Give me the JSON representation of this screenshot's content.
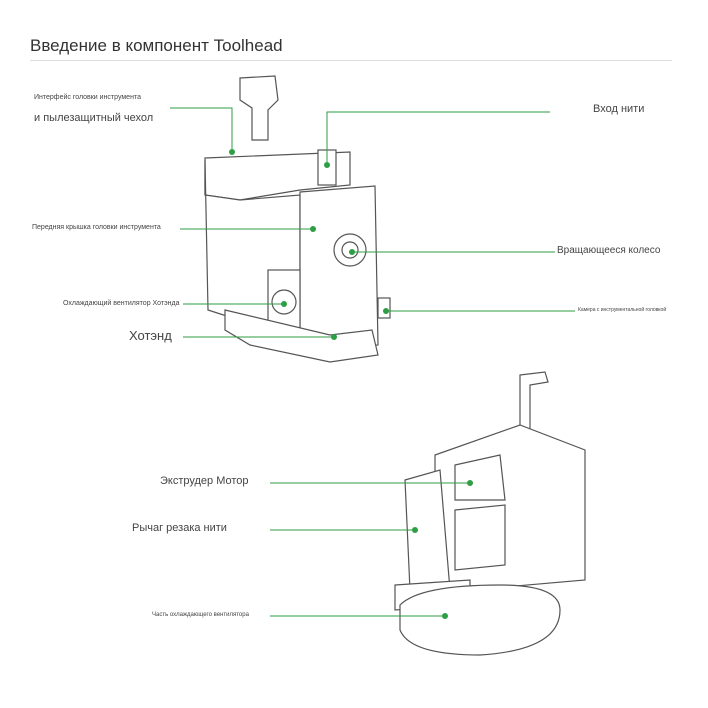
{
  "title": "Введение в компонент Toolhead",
  "accent": "#2e9e44",
  "labels": {
    "interface_line1": "Интерфейс головки инструмента",
    "interface_line2": "и пылезащитный чехол",
    "filament_inlet": "Вход нити",
    "front_cover": "Передняя крышка головки инструмента",
    "rotating_wheel": "Вращающееся колесо",
    "hotend_fan": "Охлаждающий вентилятор Хотэнда",
    "camera": "Камера с инструментальной головкой",
    "hotend": "Хотэнд",
    "extruder_motor": "Экструдер Мотор",
    "cutter_lever": "Рычаг резака нити",
    "cooling_fan_part": "Часть охлаждающего вентилятора"
  }
}
